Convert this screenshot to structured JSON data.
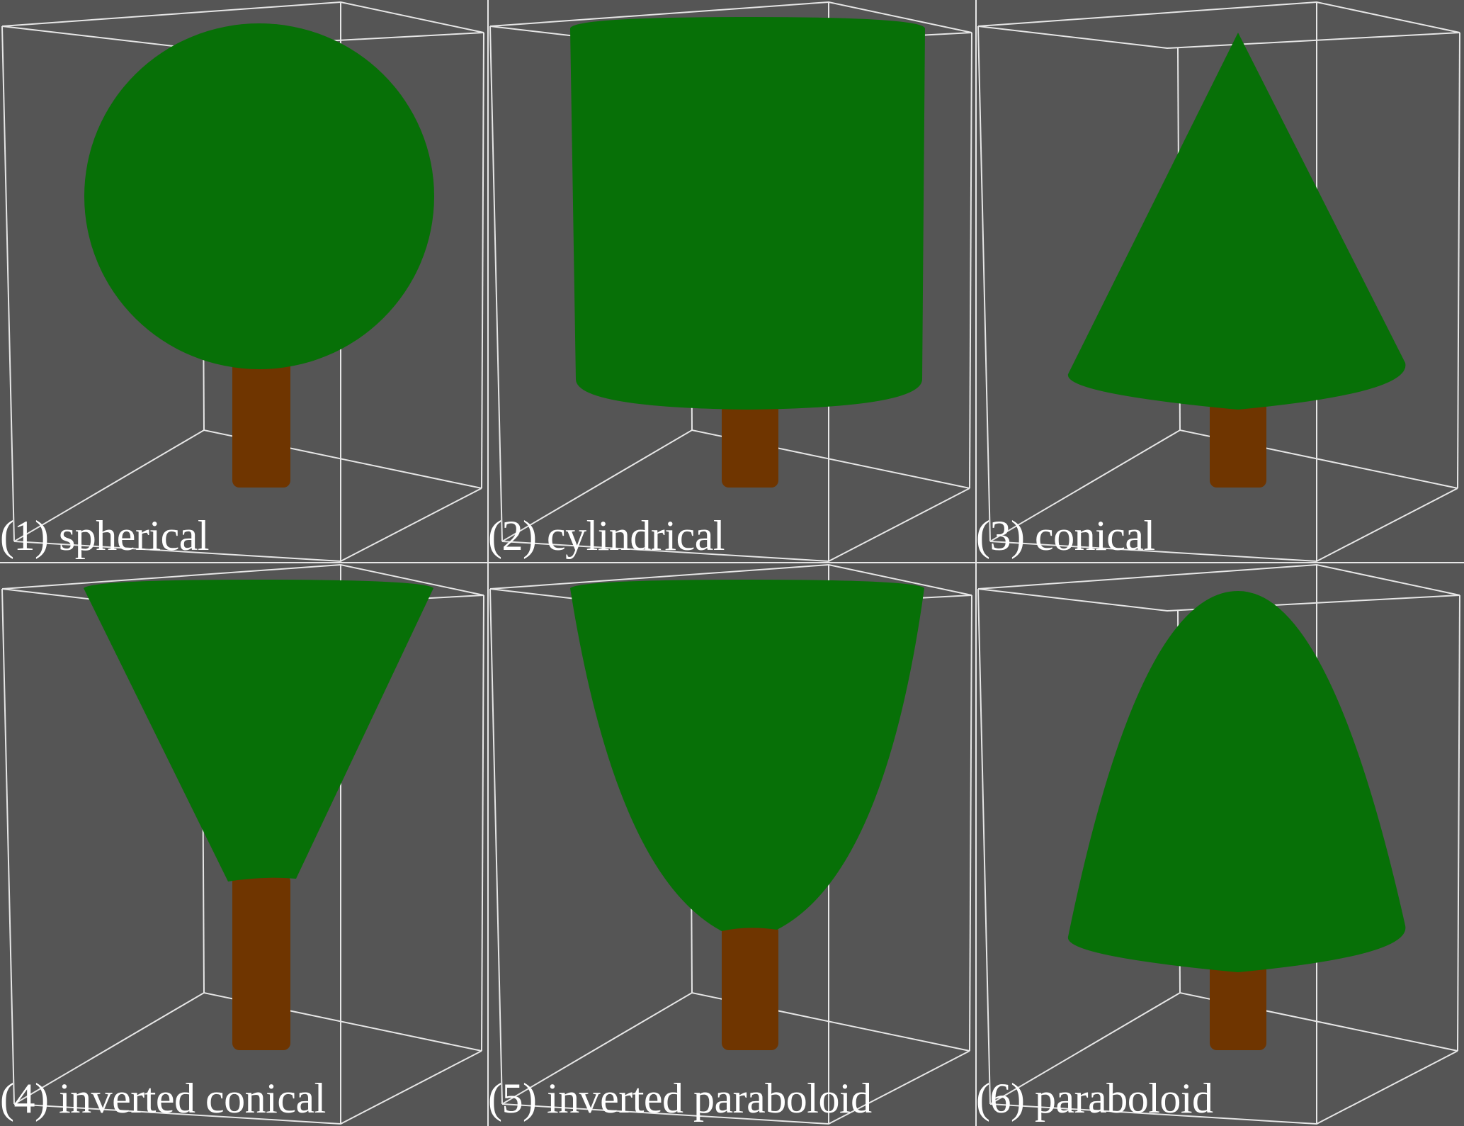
{
  "figure": {
    "background": "#555555",
    "foliage_color": "#077007",
    "trunk_color": "#6f3500",
    "wireframe_color": "#e6e6e6",
    "panels": [
      {
        "id": 1,
        "label": "(1) spherical",
        "shape": "spherical"
      },
      {
        "id": 2,
        "label": "(2) cylindrical",
        "shape": "cylindrical"
      },
      {
        "id": 3,
        "label": "(3) conical",
        "shape": "conical"
      },
      {
        "id": 4,
        "label": "(4) inverted conical",
        "shape": "inverted-conical"
      },
      {
        "id": 5,
        "label": "(5) inverted paraboloid",
        "shape": "inverted-paraboloid"
      },
      {
        "id": 6,
        "label": "(6) paraboloid",
        "shape": "paraboloid"
      }
    ]
  }
}
